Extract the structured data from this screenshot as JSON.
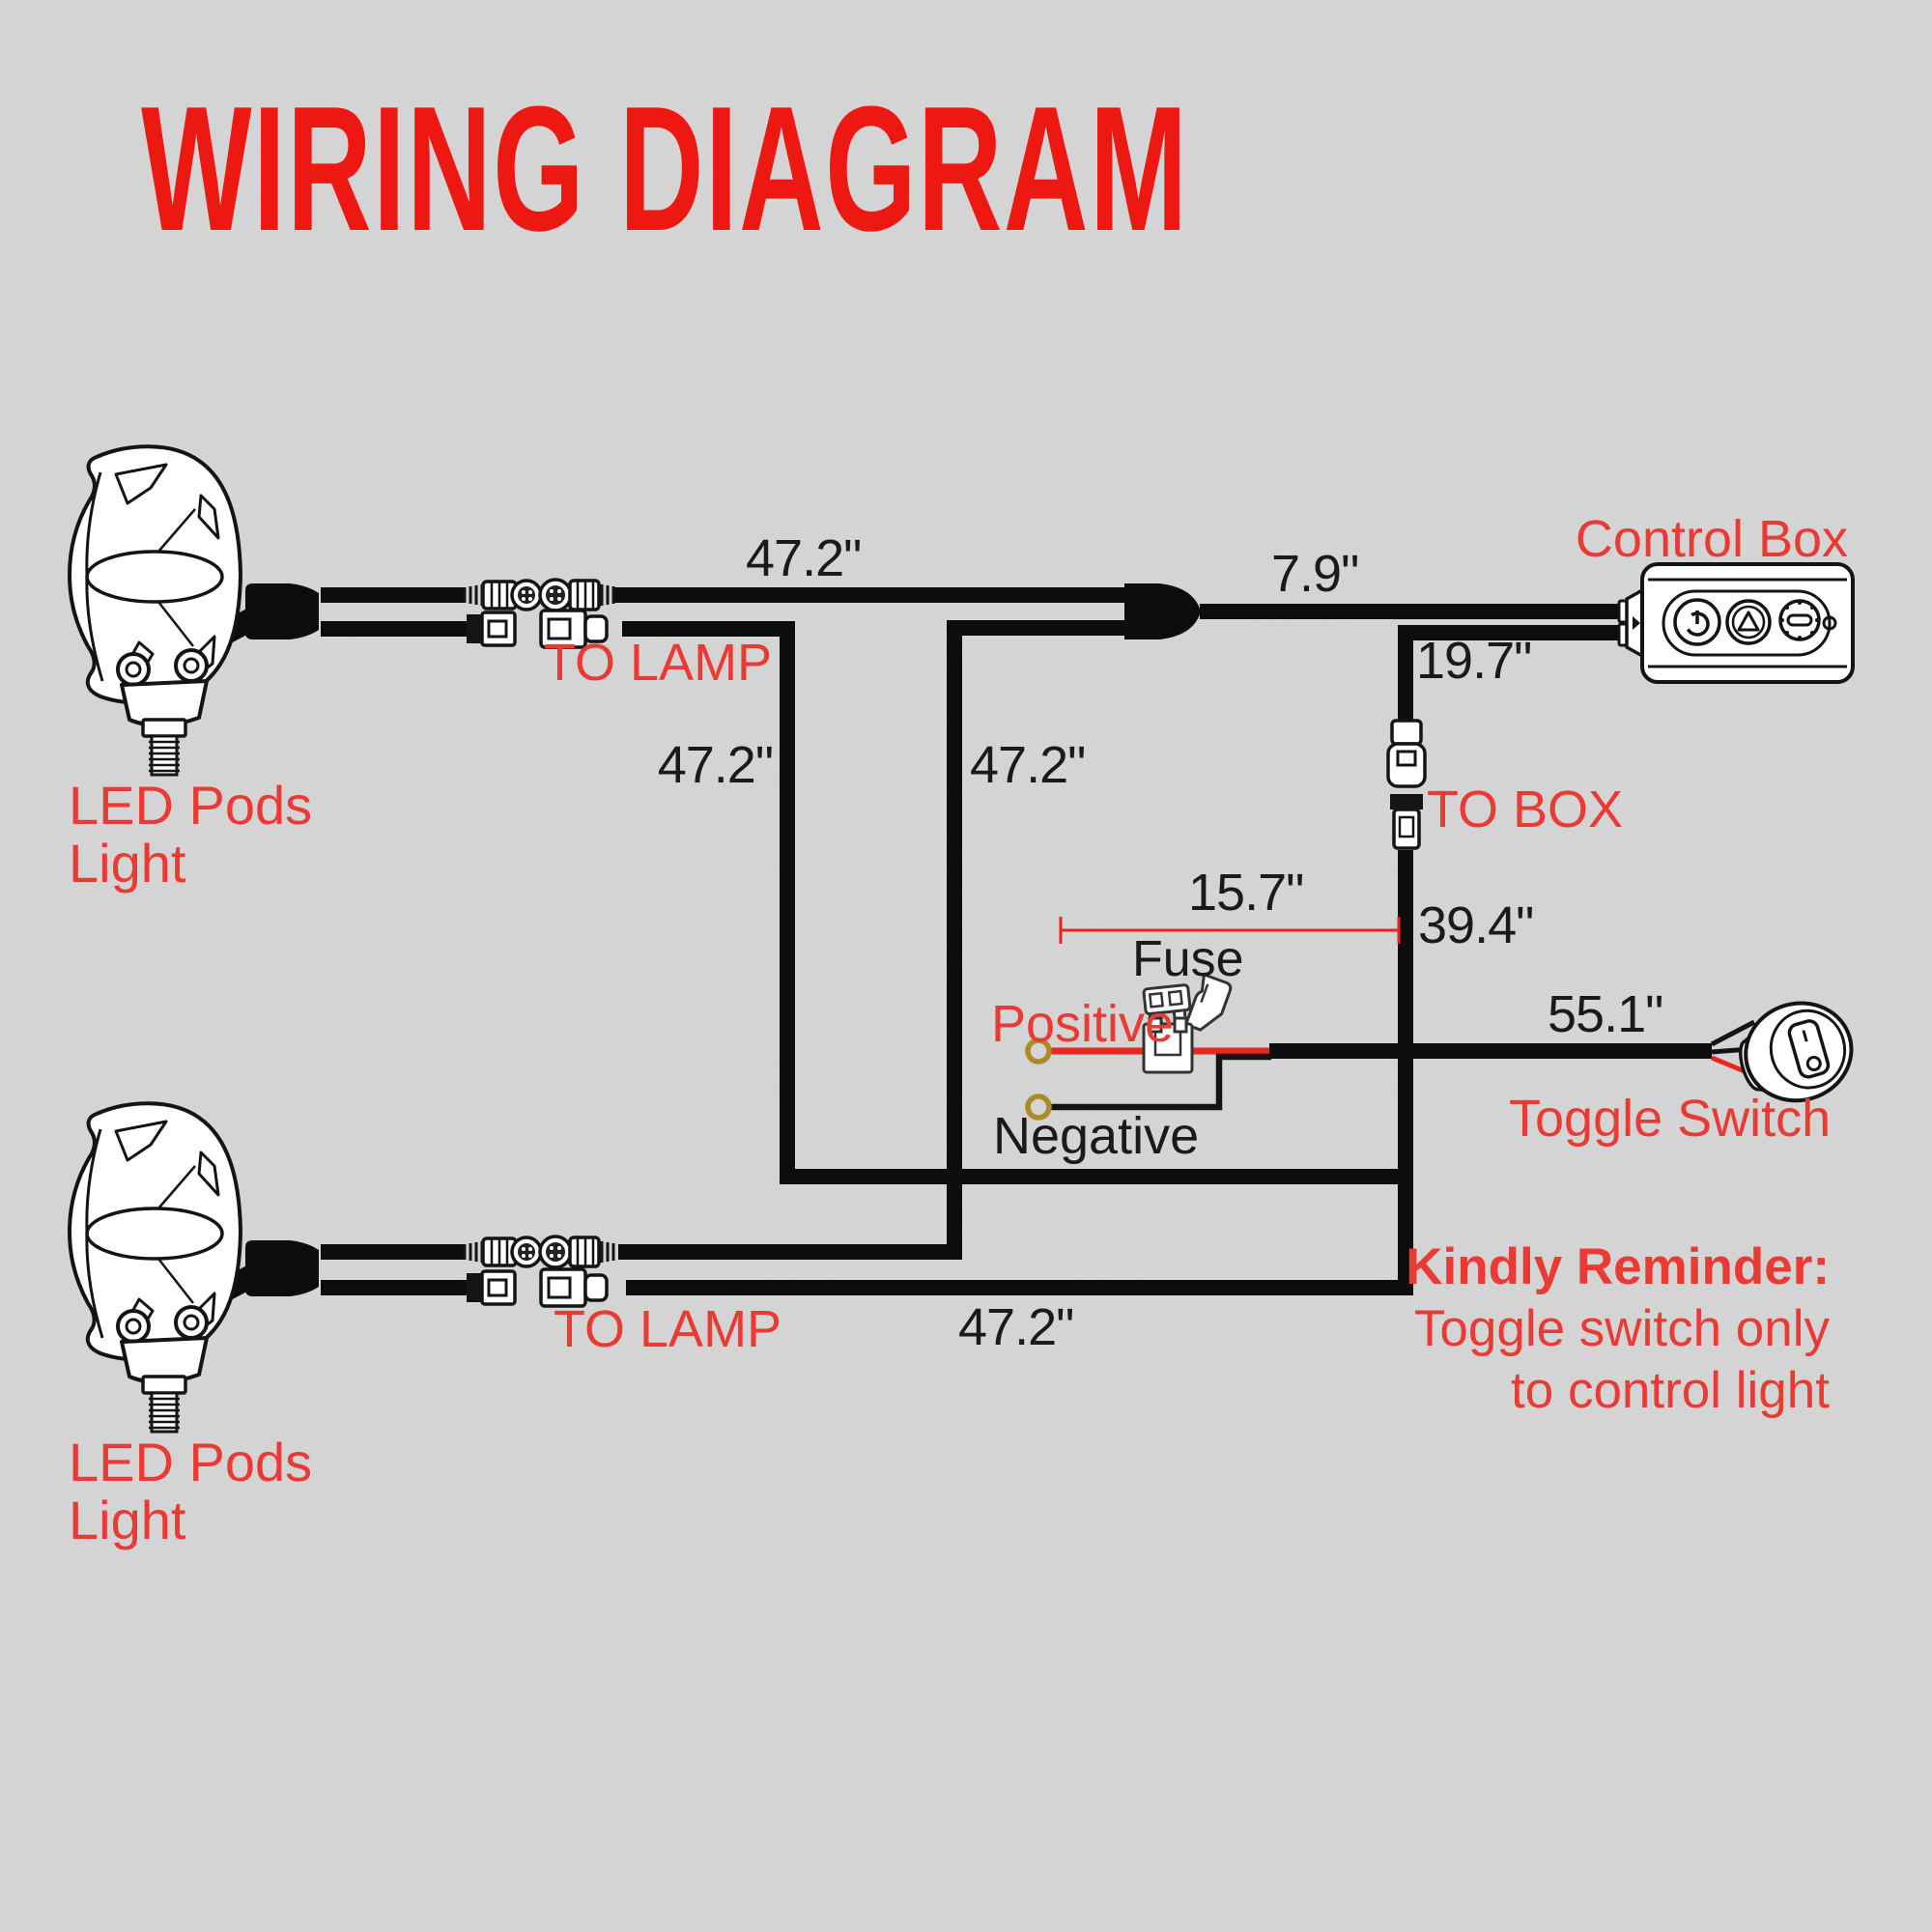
{
  "title": "WIRING DIAGRAM",
  "colors": {
    "accent_red": "#ee1812",
    "label_red": "#e93a33",
    "wire_black": "#0c0c0c",
    "terminal_gold": "#ab8b25",
    "background": "#ededee"
  },
  "components": {
    "led_pod_top": {
      "line1": "LED Pods",
      "line2": "Light"
    },
    "led_pod_bottom": {
      "line1": "LED Pods",
      "line2": "Light"
    },
    "control_box": "Control Box",
    "toggle_switch": "Toggle Switch",
    "fuse": "Fuse",
    "positive_terminal": "Positive",
    "negative_terminal": "Negative"
  },
  "connector_labels": {
    "to_lamp_top": "TO LAMP",
    "to_lamp_bottom": "TO LAMP",
    "to_box": "TO BOX"
  },
  "measurements": {
    "top_run": "47.2\"",
    "control_stub": "7.9\"",
    "control_drop": "19.7\"",
    "left_drop": "47.2\"",
    "center_drop": "47.2\"",
    "fuse_lead": "15.7\"",
    "main_drop": "39.4\"",
    "switch_lead": "55.1\"",
    "bottom_run": "47.2\""
  },
  "reminder": {
    "line1": "Kindly Reminder:",
    "line2": "Toggle switch only",
    "line3": "to control light"
  }
}
